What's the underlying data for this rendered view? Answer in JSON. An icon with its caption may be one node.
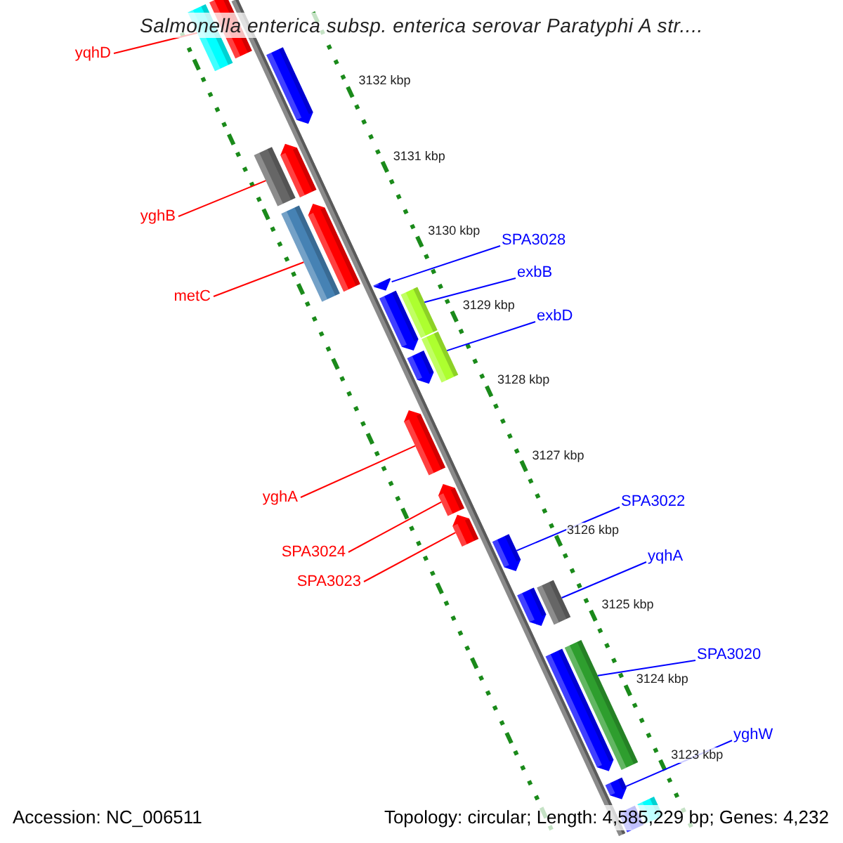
{
  "diagram": {
    "title": "Salmonella enterica subsp. enterica serovar Paratyphi A str....",
    "nodes": [
      {
        "text": [
          "yqhD"
        ]
      },
      {
        "text": [
          "yghB"
        ]
      },
      {
        "text": [
          "SPA3028"
        ]
      },
      {
        "text": [
          "exbB"
        ]
      },
      {
        "text": [
          "metC"
        ]
      },
      {
        "text": [
          "exbD"
        ]
      },
      {
        "text": [
          "yghA"
        ]
      },
      {
        "text": [
          "SPA3022"
        ]
      },
      {
        "text": [
          "SPA3024"
        ]
      },
      {
        "text": [
          "yqhA"
        ]
      },
      {
        "text": [
          "SPA3023"
        ]
      },
      {
        "text": [
          "SPA3020"
        ]
      },
      {
        "text": [
          "yghW"
        ]
      },
      {
        "text": [],
        "shape": "bar"
      },
      {
        "text": [],
        "shape": "bar"
      },
      {
        "text": [],
        "shape": "bar"
      },
      {
        "text": [],
        "shape": "bar"
      },
      {
        "text": [],
        "shape": "bar"
      },
      {
        "text": [],
        "shape": "bar"
      },
      {
        "text": [],
        "shape": "bar"
      },
      {
        "text": [],
        "shape": "bar"
      },
      {
        "text": [],
        "shape": "bar"
      },
      {
        "text": [],
        "shape": "bar"
      },
      {
        "text": [],
        "shape": "bar"
      },
      {
        "text": [],
        "shape": "bar"
      },
      {
        "text": [],
        "shape": "bar"
      }
    ],
    "edges": [
      {
        "from": 0,
        "to": 13,
        "arrow": "none",
        "color": "#ff0000"
      },
      {
        "from": 1,
        "to": 14,
        "arrow": "none",
        "color": "#ff0000"
      },
      {
        "from": 2,
        "to": 16,
        "arrow": "none",
        "color": "#0000ff"
      },
      {
        "from": 3,
        "to": 17,
        "arrow": "none",
        "color": "#0000ff"
      },
      {
        "from": 4,
        "to": 15,
        "arrow": "none",
        "color": "#ff0000"
      },
      {
        "from": 5,
        "to": 18,
        "arrow": "none",
        "color": "#0000ff"
      },
      {
        "from": 6,
        "to": 19,
        "arrow": "none",
        "color": "#ff0000"
      },
      {
        "from": 7,
        "to": 22,
        "arrow": "none",
        "color": "#0000ff"
      },
      {
        "from": 8,
        "to": 20,
        "arrow": "none",
        "color": "#ff0000"
      },
      {
        "from": 9,
        "to": 23,
        "arrow": "none",
        "color": "#0000ff"
      },
      {
        "from": 10,
        "to": 21,
        "arrow": "none",
        "color": "#ff0000"
      },
      {
        "from": 11,
        "to": 24,
        "arrow": "none",
        "color": "#0000ff"
      },
      {
        "from": 12,
        "to": 25,
        "arrow": "none",
        "color": "#0000ff"
      }
    ],
    "labels": [
      "3132 kbp",
      "3131 kbp",
      "3130 kbp",
      "3129 kbp",
      "3128 kbp",
      "3127 kbp",
      "3126 kbp",
      "3125 kbp",
      "3124 kbp",
      "3123 kbp",
      "Accession: NC_006511",
      "Topology: circular; Length: 4,585,229 bp; Genes: 4,232"
    ]
  }
}
